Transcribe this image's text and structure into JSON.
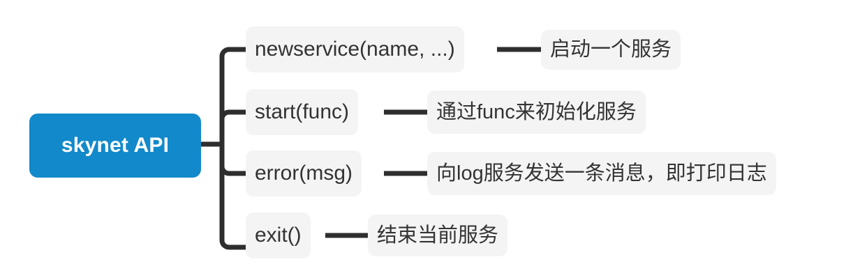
{
  "diagram": {
    "type": "mind-map",
    "title": "skynet API",
    "root": {
      "label": "skynet API",
      "background_color": "#1289ca",
      "text_color": "#ffffff"
    },
    "node_style": {
      "background_color": "#f4f4f4",
      "text_color": "#333333",
      "connector_color": "#2e2e2e"
    },
    "branches": [
      {
        "api": "newservice(name, ...)",
        "description": "启动一个服务"
      },
      {
        "api": "start(func)",
        "description": "通过func来初始化服务"
      },
      {
        "api": "error(msg)",
        "description": "向log服务发送一条消息，即打印日志"
      },
      {
        "api": "exit()",
        "description": "结束当前服务"
      }
    ]
  }
}
